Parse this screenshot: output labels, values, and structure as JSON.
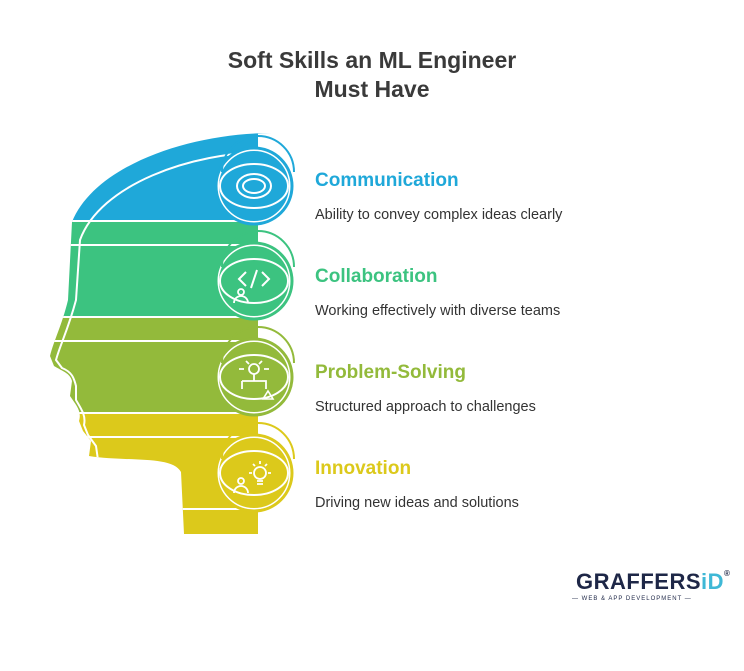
{
  "title_line1": "Soft Skills an ML Engineer",
  "title_line2": "Must Have",
  "items": [
    {
      "title": "Communication",
      "description": "Ability to convey complex ideas clearly",
      "color": "#1fa8d9",
      "icon": "eye-icon"
    },
    {
      "title": "Collaboration",
      "description": "Working effectively with diverse teams",
      "color": "#3cc380",
      "icon": "code-person-icon"
    },
    {
      "title": "Problem-Solving",
      "description": "Structured approach to challenges",
      "color": "#93ba3b",
      "icon": "lightbulb-flowchart-icon"
    },
    {
      "title": "Innovation",
      "description": "Driving new ideas and solutions",
      "color": "#dcc91b",
      "icon": "lightbulb-person-icon"
    }
  ],
  "logo": {
    "name_main": "GRAFFERS",
    "name_accent": "iD",
    "reg": "®",
    "tagline": "— WEB & APP DEVELOPMENT —"
  }
}
